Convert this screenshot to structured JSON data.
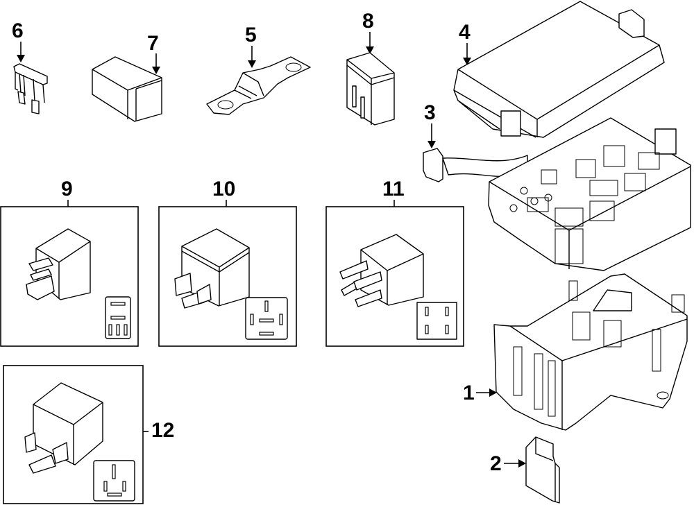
{
  "diagram": {
    "title": "Fuse & Relay Box Exploded Parts Diagram",
    "colors": {
      "line": "#000000",
      "background": "#ffffff"
    },
    "callouts": [
      {
        "id": "1",
        "label": "1",
        "part": "fuse-box-lower-housing"
      },
      {
        "id": "2",
        "label": "2",
        "part": "fuse-box-bracket-clip"
      },
      {
        "id": "3",
        "label": "3",
        "part": "fuse-box-with-harness-connector"
      },
      {
        "id": "4",
        "label": "4",
        "part": "fuse-box-cover"
      },
      {
        "id": "5",
        "label": "5",
        "part": "bolt-down-mega-fuse"
      },
      {
        "id": "6",
        "label": "6",
        "part": "blade-mini-fuse"
      },
      {
        "id": "7",
        "label": "7",
        "part": "cartridge-fuse"
      },
      {
        "id": "8",
        "label": "8",
        "part": "mini-relay"
      },
      {
        "id": "9",
        "label": "9",
        "part": "relay-5-pin-type-a"
      },
      {
        "id": "10",
        "label": "10",
        "part": "relay-5-pin-type-b"
      },
      {
        "id": "11",
        "label": "11",
        "part": "relay-4-pin"
      },
      {
        "id": "12",
        "label": "12",
        "part": "relay-4-pin-plug"
      }
    ]
  }
}
